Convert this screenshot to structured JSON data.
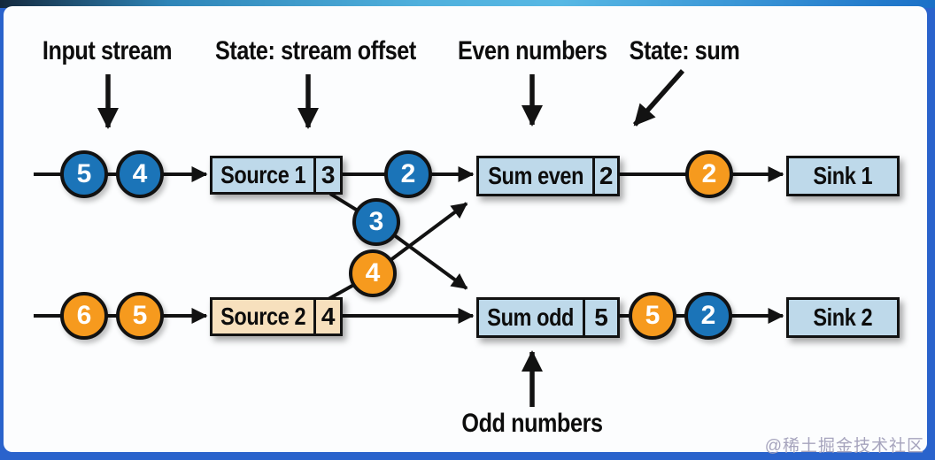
{
  "annotations": {
    "input_stream": "Input stream",
    "state_stream_offset": "State: stream offset",
    "even_numbers": "Even numbers",
    "state_sum": "State: sum",
    "odd_numbers": "Odd numbers"
  },
  "nodes": {
    "source1": {
      "label": "Source 1",
      "state": "3"
    },
    "source2": {
      "label": "Source 2",
      "state": "4"
    },
    "sum_even": {
      "label": "Sum even",
      "state": "2"
    },
    "sum_odd": {
      "label": "Sum odd",
      "state": "5"
    },
    "sink1": {
      "label": "Sink 1"
    },
    "sink2": {
      "label": "Sink 2"
    }
  },
  "tokens": {
    "input_top": [
      {
        "value": "5",
        "color": "blue"
      },
      {
        "value": "4",
        "color": "blue"
      }
    ],
    "input_bottom": [
      {
        "value": "6",
        "color": "orange"
      },
      {
        "value": "5",
        "color": "orange"
      }
    ],
    "after_source1": {
      "value": "2",
      "color": "blue"
    },
    "cross_to_sum_odd": {
      "value": "3",
      "color": "blue"
    },
    "cross_to_sum_even": {
      "value": "4",
      "color": "orange"
    },
    "before_sink1": {
      "value": "2",
      "color": "orange"
    },
    "after_sum_odd": [
      {
        "value": "5",
        "color": "orange"
      },
      {
        "value": "2",
        "color": "blue"
      }
    ]
  },
  "colors": {
    "blue_token": "#1b74b8",
    "orange_token": "#f69a1e",
    "box_blue": "#bed9ea",
    "box_tan": "#f7e0bd",
    "outer_background": "#2a63cc",
    "stroke": "#121212"
  },
  "watermark": "@稀土掘金技术社区"
}
